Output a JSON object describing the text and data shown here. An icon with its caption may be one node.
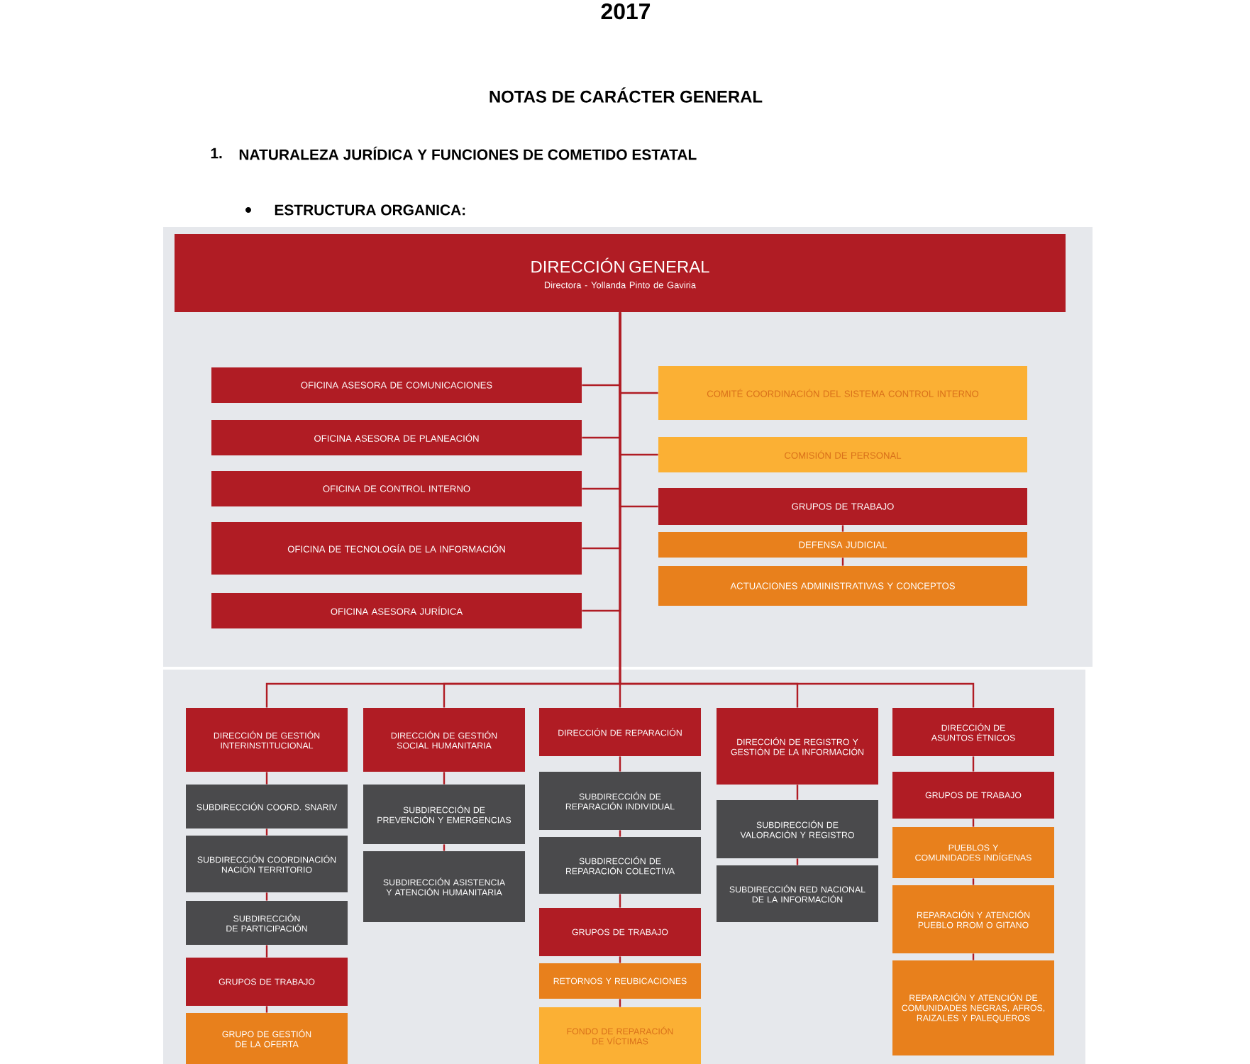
{
  "diagram": {
    "nodes": [
      {
        "text": [
          "DIRECCIÓN GENERAL",
          "Directora - Yollanda Pinto de Gaviria"
        ]
      },
      {
        "text": [
          "OFICINA ASESORA DE COMUNICACIONES"
        ]
      },
      {
        "text": [
          "OFICINA ASESORA DE PLANEACIÓN"
        ]
      },
      {
        "text": [
          "OFICINA DE CONTROL INTERNO"
        ]
      },
      {
        "text": [
          "OFICINA DE TECNOLOGÍA DE LA INFORMACIÓN"
        ]
      },
      {
        "text": [
          "OFICINA ASESORA JURÍDICA"
        ]
      },
      {
        "text": [
          "COMITÉ COORDINACIÓN DEL SISTEMA CONTROL INTERNO"
        ]
      },
      {
        "text": [
          "COMISIÓN DE PERSONAL"
        ]
      },
      {
        "text": [
          "GRUPOS DE TRABAJO"
        ]
      },
      {
        "text": [
          "DEFENSA JUDICIAL"
        ]
      },
      {
        "text": [
          "ACTUACIONES ADMINISTRATIVAS Y CONCEPTOS"
        ]
      },
      {
        "text": [
          "DIRECCIÓN DE GESTIÓN INTERINSTITUCIONAL"
        ]
      },
      {
        "text": [
          "SUBDIRECCIÓN COORD. SNARIV"
        ]
      },
      {
        "text": [
          "SUBDIRECCIÓN COORDINACIÓN NACIÓN TERRITORIO"
        ]
      },
      {
        "text": [
          "SUBDIRECCIÓN DE PARTICIPACIÓN"
        ]
      },
      {
        "text": [
          "GRUPOS DE TRABAJO"
        ]
      },
      {
        "text": [
          "GRUPO DE GESTIÓN DE LA OFERTA"
        ]
      },
      {
        "text": [
          "DIRECCIÓN DE GESTIÓN SOCIAL HUMANITARIA"
        ]
      },
      {
        "text": [
          "SUBDIRECCIÓN DE PREVENCIÓN Y EMERGENCIAS"
        ]
      },
      {
        "text": [
          "SUBDIRECCIÓN ASISTENCIA Y ATENCIÓN HUMANITARIA"
        ]
      },
      {
        "text": [
          "DIRECCIÓN DE REPARACIÓN"
        ]
      },
      {
        "text": [
          "SUBDIRECCIÓN DE REPARACIÓN INDIVIDUAL"
        ]
      },
      {
        "text": [
          "SUBDIRECCIÓN DE REPARACIÓN COLECTIVA"
        ]
      },
      {
        "text": [
          "GRUPOS DE TRABAJO"
        ]
      },
      {
        "text": [
          "RETORNOS Y REUBICACIONES"
        ]
      },
      {
        "text": [
          "FONDO DE REPARACIÓN DE VÍCTIMAS"
        ]
      },
      {
        "text": [
          "DIRECCIÓN DE REGISTRO Y GESTIÓN DE LA INFORMACIÓN"
        ]
      },
      {
        "text": [
          "SUBDIRECCIÓN DE VALORACIÓN Y REGISTRO"
        ]
      },
      {
        "text": [
          "SUBDIRECCIÓN RED NACIONAL DE LA INFORMACIÓN"
        ]
      },
      {
        "text": [
          "DIRECCIÓN DE ASUNTOS ÉTNICOS"
        ]
      },
      {
        "text": [
          "GRUPOS DE TRABAJO"
        ]
      },
      {
        "text": [
          "PUEBLOS Y COMUNIDADES INDÍGENAS"
        ]
      },
      {
        "text": [
          "REPARACIÓN Y ATENCIÓN PUEBLO RROM O GITANO"
        ]
      },
      {
        "text": [
          "REPARACIÓN Y ATENCIÓN DE COMUNIDADES NEGRAS, AFROS, RAIZALES Y PALEQUEROS"
        ]
      }
    ],
    "edges": [
      {
        "from": 0,
        "to": 1,
        "arrow": "none"
      },
      {
        "from": 0,
        "to": 2,
        "arrow": "none"
      },
      {
        "from": 0,
        "to": 3,
        "arrow": "none"
      },
      {
        "from": 0,
        "to": 4,
        "arrow": "none"
      },
      {
        "from": 0,
        "to": 5,
        "arrow": "none"
      },
      {
        "from": 0,
        "to": 6,
        "arrow": "none"
      },
      {
        "from": 0,
        "to": 7,
        "arrow": "none"
      },
      {
        "from": 0,
        "to": 8,
        "arrow": "none"
      },
      {
        "from": 8,
        "to": 9,
        "arrow": "none"
      },
      {
        "from": 9,
        "to": 10,
        "arrow": "none"
      },
      {
        "from": 0,
        "to": 11,
        "arrow": "none"
      },
      {
        "from": 0,
        "to": 17,
        "arrow": "none"
      },
      {
        "from": 0,
        "to": 20,
        "arrow": "none"
      },
      {
        "from": 0,
        "to": 26,
        "arrow": "none"
      },
      {
        "from": 0,
        "to": 29,
        "arrow": "none"
      },
      {
        "from": 11,
        "to": 12,
        "arrow": "none"
      },
      {
        "from": 12,
        "to": 13,
        "arrow": "none"
      },
      {
        "from": 13,
        "to": 14,
        "arrow": "none"
      },
      {
        "from": 14,
        "to": 15,
        "arrow": "none"
      },
      {
        "from": 15,
        "to": 16,
        "arrow": "none"
      },
      {
        "from": 17,
        "to": 18,
        "arrow": "none"
      },
      {
        "from": 18,
        "to": 19,
        "arrow": "none"
      },
      {
        "from": 20,
        "to": 21,
        "arrow": "none"
      },
      {
        "from": 21,
        "to": 22,
        "arrow": "none"
      },
      {
        "from": 22,
        "to": 23,
        "arrow": "none"
      },
      {
        "from": 23,
        "to": 24,
        "arrow": "none"
      },
      {
        "from": 24,
        "to": 25,
        "arrow": "none"
      },
      {
        "from": 26,
        "to": 27,
        "arrow": "none"
      },
      {
        "from": 27,
        "to": 28,
        "arrow": "none"
      },
      {
        "from": 29,
        "to": 30,
        "arrow": "none"
      },
      {
        "from": 30,
        "to": 31,
        "arrow": "none"
      },
      {
        "from": 31,
        "to": 32,
        "arrow": "none"
      },
      {
        "from": 32,
        "to": 33,
        "arrow": "none"
      }
    ],
    "labels": [
      "2017",
      "NOTAS DE CARÁCTER GENERAL",
      "1.",
      "NATURALEZA JURÍDICA Y FUNCIONES DE COMETIDO ESTATAL",
      "ESTRUCTURA ORGANICA:"
    ]
  }
}
